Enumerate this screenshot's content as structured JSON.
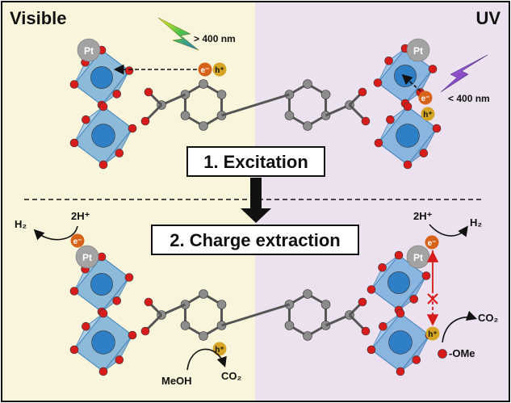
{
  "panels": {
    "left_title": "Visible",
    "right_title": "UV"
  },
  "steps": {
    "excitation": "1. Excitation",
    "extraction": "2. Charge extraction"
  },
  "labels": {
    "pt": "Pt",
    "electron": "e⁻",
    "hole": "h⁺",
    "vis_wavelength": "> 400 nm",
    "uv_wavelength": "< 400 nm",
    "h2": "H₂",
    "two_h_plus": "2H⁺",
    "meoh": "MeOH",
    "co2": "CO₂",
    "ome": "-OMe"
  },
  "colors": {
    "visible_bg": "#f8f5dc",
    "uv_bg": "#ece1ef",
    "octahedron": "#6aa6d8",
    "metal": "#2f7fc7",
    "oxygen": "#d81c1c",
    "carbon": "#8c8c8c",
    "pt": "#a3a3a3",
    "electron": "#d7621a",
    "hole": "#d6a526",
    "vis_bolt": "#f2b51c",
    "uv_bolt": "#8a4fd1"
  }
}
